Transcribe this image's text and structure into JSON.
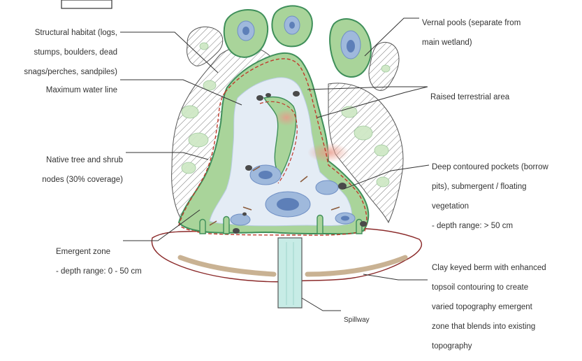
{
  "labels": {
    "structural_habitat": [
      "Structural habitat (logs,",
      "stumps, boulders, dead",
      "snags/perches, sandpiles)"
    ],
    "max_water_line": [
      "Maximum water line"
    ],
    "native_tree": [
      "Native tree and shrub",
      "nodes (30% coverage)"
    ],
    "emergent_zone": [
      "Emergent zone",
      "- depth range: 0 - 50 cm"
    ],
    "vernal_pools": [
      "Vernal pools (separate from",
      "main wetland)"
    ],
    "raised_terrestrial": [
      "Raised terrestrial area"
    ],
    "deep_pockets": [
      "Deep contoured pockets (borrow",
      "pits), submergent / floating",
      "vegetation",
      "- depth range: > 50 cm"
    ],
    "clay_berm": [
      "Clay keyed berm with enhanced",
      "topsoil contouring to create",
      "varied topography emergent",
      "zone that blends into existing",
      "topography"
    ],
    "spillway": [
      "Spillway"
    ]
  },
  "colors": {
    "green_fill": "#a9d49a",
    "green_edge": "#3f8f5a",
    "water_light": "#dfe9f4",
    "water_mid": "#9fb9dc",
    "water_deep": "#5d7fb8",
    "red_dash": "#c0392b",
    "berm_outline": "#8b2a2a",
    "berm_band": "#c9b293",
    "hatch": "#6a6a6a",
    "spillway": "#c7ece6"
  }
}
